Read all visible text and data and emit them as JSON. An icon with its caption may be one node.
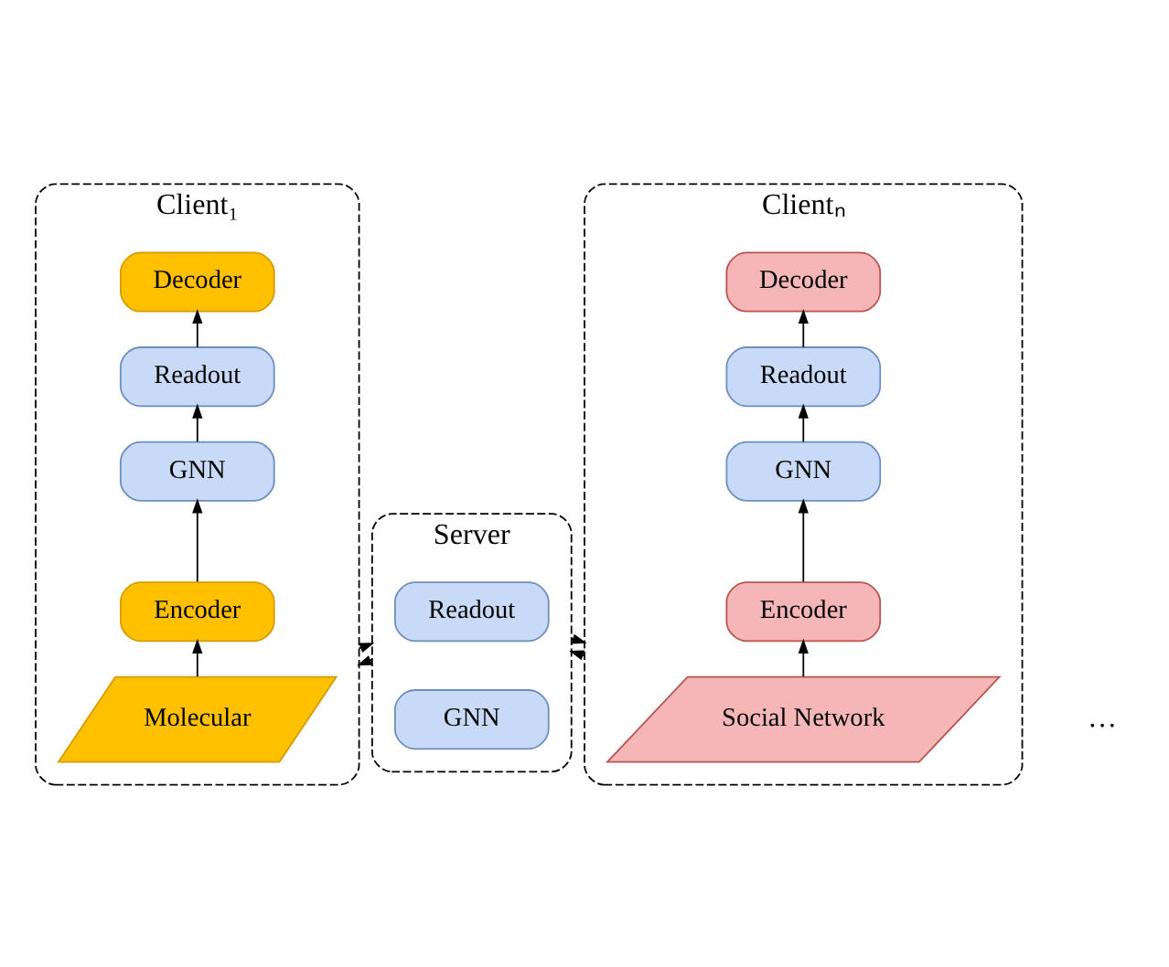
{
  "diagram": {
    "nodes": [
      {
        "text": [
          "Server"
        ]
      },
      {
        "text": [
          "Readout"
        ],
        "in": 0
      },
      {
        "text": [
          "GNN"
        ],
        "in": 0
      },
      {
        "text": [
          "Client₁"
        ]
      },
      {
        "text": [
          "Decoder"
        ],
        "in": 3
      },
      {
        "text": [
          "Readout"
        ],
        "in": 3
      },
      {
        "text": [
          "GNN"
        ],
        "in": 3
      },
      {
        "text": [
          "Encoder"
        ],
        "in": 3
      },
      {
        "text": [
          "Molecular"
        ],
        "in": 3
      },
      {
        "text": [
          "Clientₙ"
        ]
      },
      {
        "text": [
          "Decoder"
        ],
        "in": 9
      },
      {
        "text": [
          "Readout"
        ],
        "in": 9
      },
      {
        "text": [
          "GNN"
        ],
        "in": 9
      },
      {
        "text": [
          "Encoder"
        ],
        "in": 9
      },
      {
        "text": [
          "Social Network"
        ],
        "in": 9
      }
    ],
    "edges": [
      {
        "from": 0,
        "to": 3,
        "arrow": "to"
      },
      {
        "from": 3,
        "to": 0,
        "arrow": "to"
      },
      {
        "from": 0,
        "to": 9,
        "arrow": "to"
      },
      {
        "from": 9,
        "to": 0,
        "arrow": "to"
      },
      {
        "from": 8,
        "to": 7,
        "arrow": "to"
      },
      {
        "from": 7,
        "to": 6,
        "arrow": "to"
      },
      {
        "from": 6,
        "to": 5,
        "arrow": "to"
      },
      {
        "from": 5,
        "to": 4,
        "arrow": "to"
      },
      {
        "from": 14,
        "to": 13,
        "arrow": "to"
      },
      {
        "from": 13,
        "to": 12,
        "arrow": "to"
      },
      {
        "from": 12,
        "to": 11,
        "arrow": "to"
      },
      {
        "from": 11,
        "to": 10,
        "arrow": "to"
      }
    ],
    "labels": [
      "…"
    ]
  }
}
